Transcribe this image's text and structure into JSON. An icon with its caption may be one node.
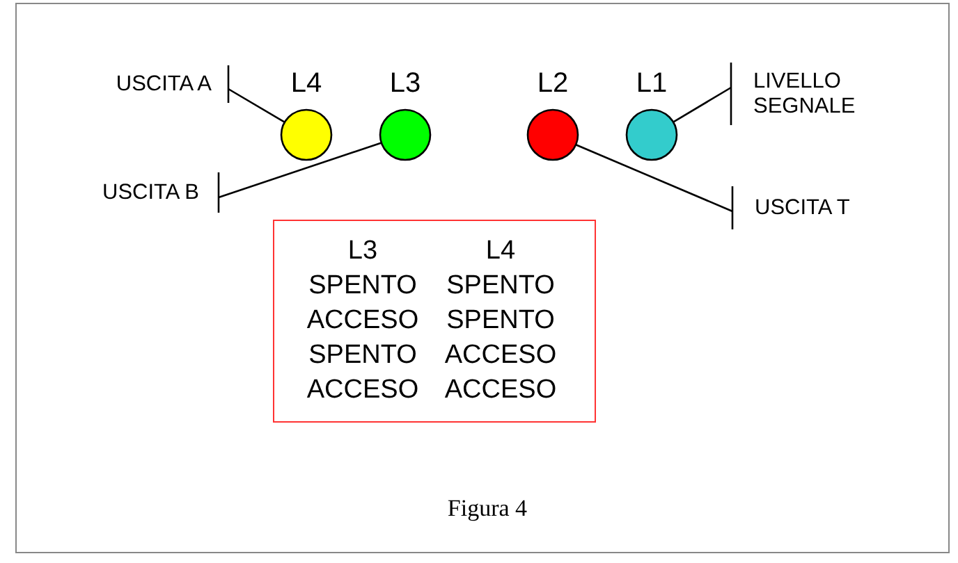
{
  "diagram": {
    "caption": "Figura 4",
    "nodes": [
      {
        "text": [
          "L4"
        ]
      },
      {
        "text": [
          "L3"
        ]
      },
      {
        "text": [
          "L2"
        ]
      },
      {
        "text": [
          "L1"
        ]
      },
      {
        "text": [
          "USCITA A"
        ]
      },
      {
        "text": [
          "USCITA B"
        ]
      },
      {
        "text": [
          "USCITA T"
        ]
      },
      {
        "text": [
          "LIVELLO SEGNALE"
        ]
      },
      {
        "text": [
          "L3",
          "L4",
          "SPENTO",
          "SPENTO",
          "ACCESO",
          "SPENTO",
          "SPENTO",
          "ACCESO",
          "ACCESO",
          "ACCESO"
        ]
      }
    ],
    "edges": [
      {
        "from": 4,
        "to": 0,
        "arrow": "other"
      },
      {
        "from": 5,
        "to": 1,
        "arrow": "other"
      },
      {
        "from": 6,
        "to": 2,
        "arrow": "other"
      },
      {
        "from": 7,
        "to": 3,
        "arrow": "other"
      }
    ]
  }
}
